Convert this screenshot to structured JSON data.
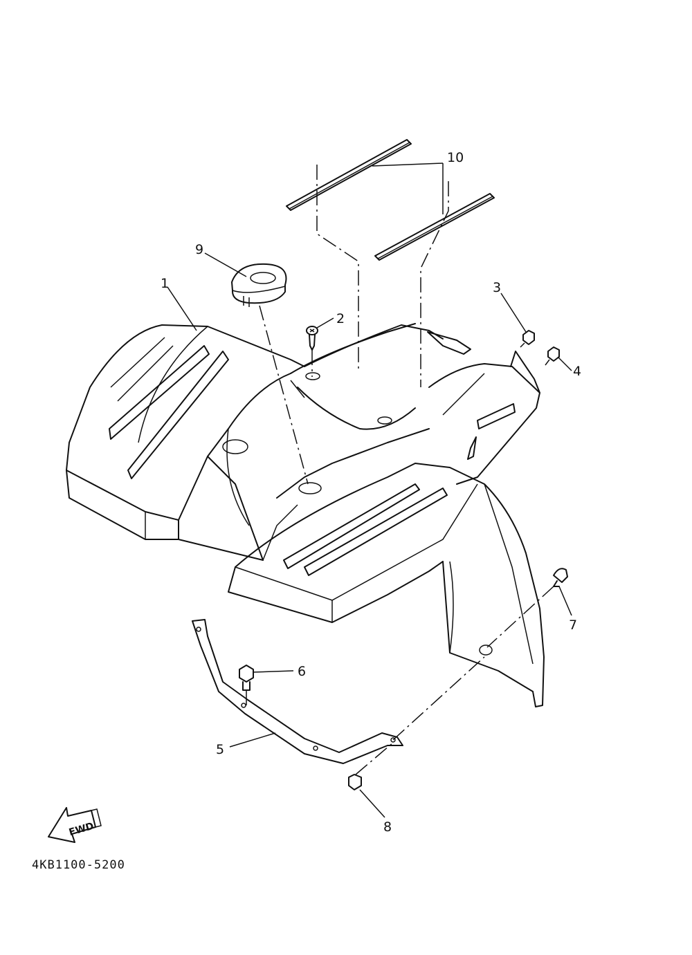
{
  "callouts": [
    {
      "id": "1",
      "label": "1"
    },
    {
      "id": "2",
      "label": "2"
    },
    {
      "id": "3",
      "label": "3"
    },
    {
      "id": "4",
      "label": "4"
    },
    {
      "id": "5",
      "label": "5"
    },
    {
      "id": "6",
      "label": "6"
    },
    {
      "id": "7",
      "label": "7"
    },
    {
      "id": "8",
      "label": "8"
    },
    {
      "id": "9",
      "label": "9"
    },
    {
      "id": "10",
      "label": "10"
    }
  ],
  "direction_badge": "FWD",
  "diagram_code": "4KB1100-5200"
}
